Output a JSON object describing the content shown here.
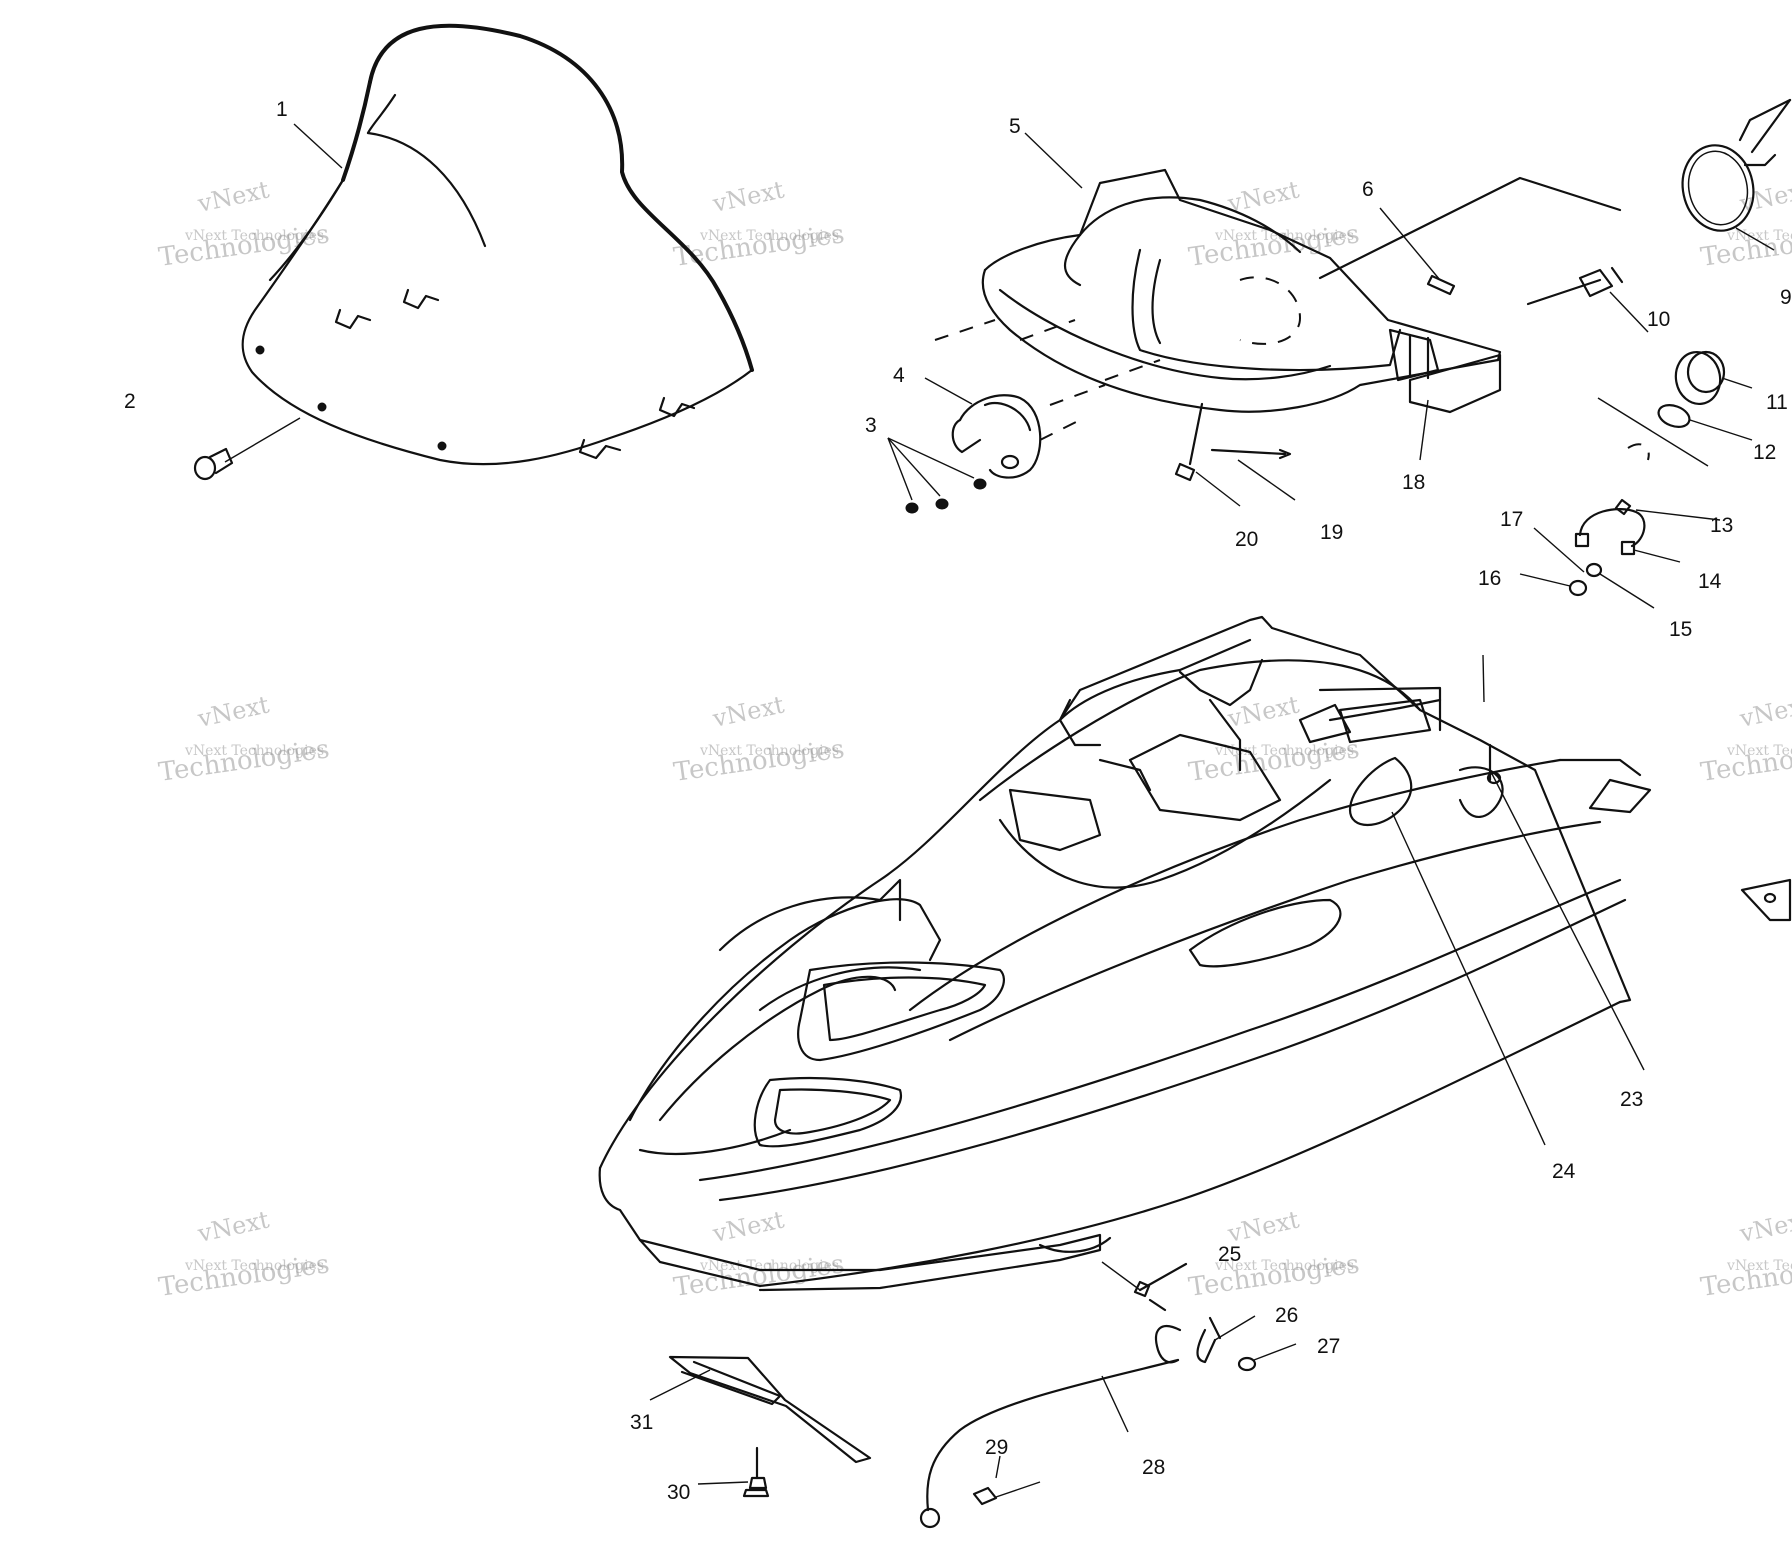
{
  "diagram": {
    "callouts": [
      {
        "id": "c1",
        "text": "1"
      },
      {
        "id": "c2",
        "text": "2"
      },
      {
        "id": "c3",
        "text": "3"
      },
      {
        "id": "c4",
        "text": "4"
      },
      {
        "id": "c5",
        "text": "5"
      },
      {
        "id": "c6",
        "text": "6"
      },
      {
        "id": "c9",
        "text": "9"
      },
      {
        "id": "c10",
        "text": "10"
      },
      {
        "id": "c11",
        "text": "11"
      },
      {
        "id": "c12",
        "text": "12"
      },
      {
        "id": "c13",
        "text": "13"
      },
      {
        "id": "c14",
        "text": "14"
      },
      {
        "id": "c15",
        "text": "15"
      },
      {
        "id": "c16",
        "text": "16"
      },
      {
        "id": "c17",
        "text": "17"
      },
      {
        "id": "c18",
        "text": "18"
      },
      {
        "id": "c19",
        "text": "19"
      },
      {
        "id": "c20",
        "text": "20"
      },
      {
        "id": "c23",
        "text": "23"
      },
      {
        "id": "c24",
        "text": "24"
      },
      {
        "id": "c25",
        "text": "25"
      },
      {
        "id": "c26",
        "text": "26"
      },
      {
        "id": "c27",
        "text": "27"
      },
      {
        "id": "c28",
        "text": "28"
      },
      {
        "id": "c29",
        "text": "29"
      },
      {
        "id": "c30",
        "text": "30"
      },
      {
        "id": "c31",
        "text": "31"
      }
    ],
    "watermark": {
      "line1": "vNext",
      "line2": "vNext Technologies",
      "line3": "Technologies"
    }
  }
}
